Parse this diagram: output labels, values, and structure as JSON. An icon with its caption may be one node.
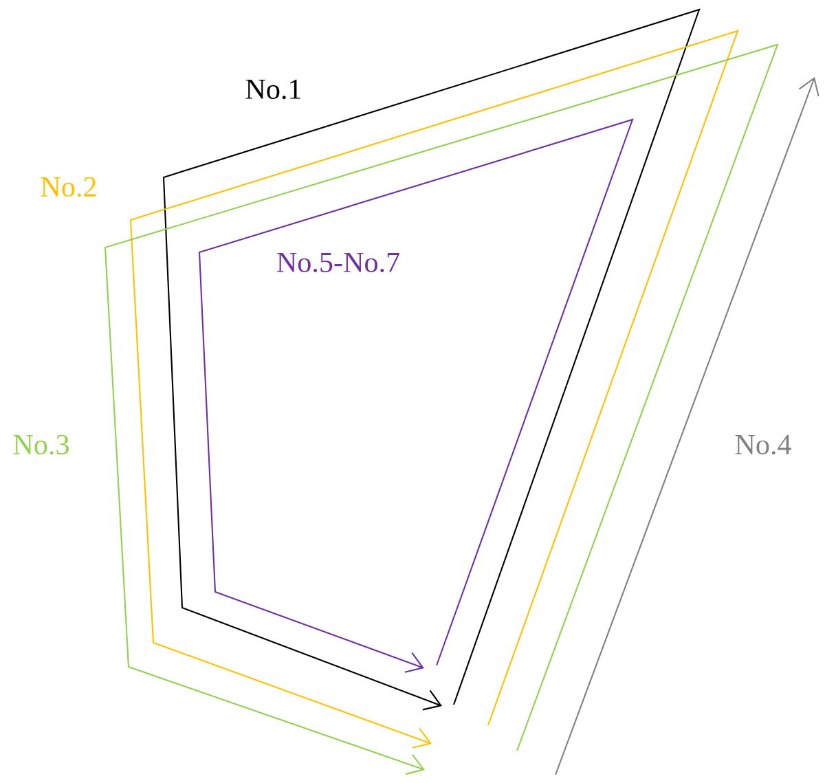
{
  "diagram": {
    "labels": [
      "No.1",
      "No.2",
      "No.5-No.7",
      "No.3",
      "No.4"
    ]
  }
}
